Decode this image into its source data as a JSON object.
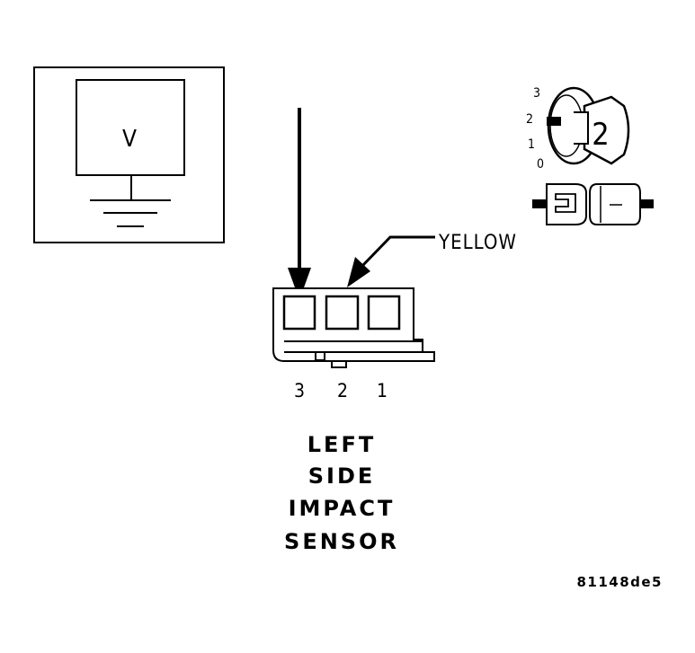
{
  "voltmeter": {
    "symbol": "V"
  },
  "ignition_key": {
    "positions": [
      "3",
      "2",
      "1",
      "0"
    ],
    "current_position": "2"
  },
  "connector": {
    "wire_color_label": "YELLOW",
    "pin_numbers": [
      "3",
      "2",
      "1"
    ]
  },
  "component_title": [
    "LEFT",
    "SIDE",
    "IMPACT",
    "SENSOR"
  ],
  "figure_code": "81148de5"
}
